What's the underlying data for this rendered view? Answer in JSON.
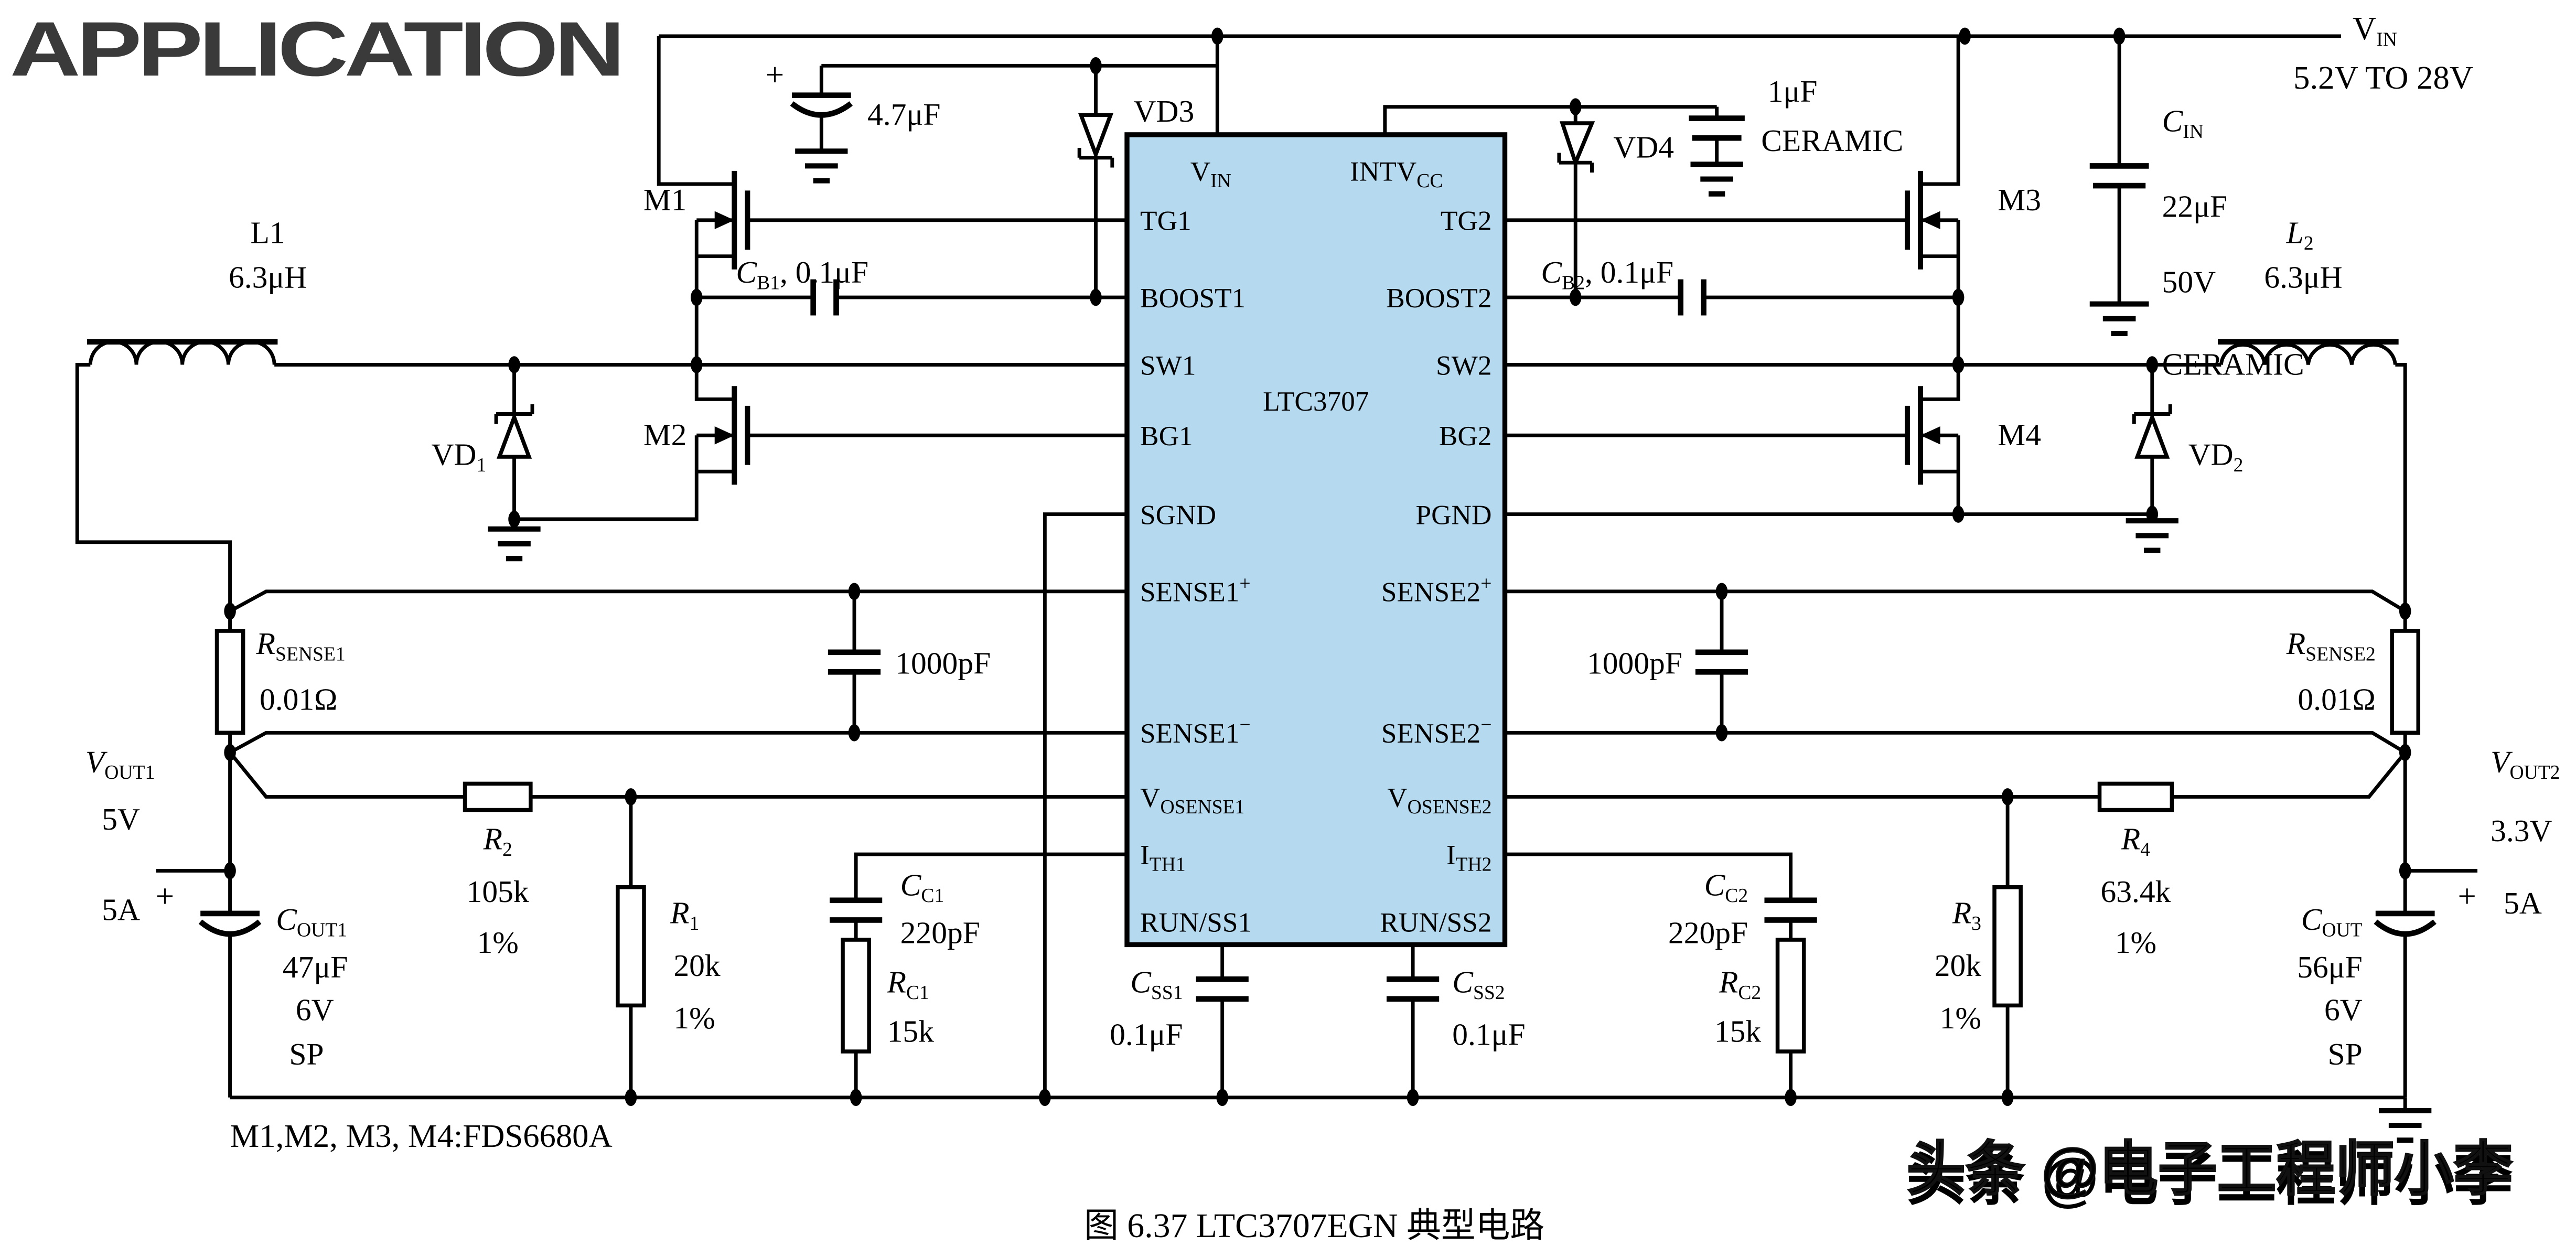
{
  "logo": "APPLICATION",
  "power_input": {
    "name": "V",
    "sub": "IN",
    "range": "5.2V TO 28V"
  },
  "chip": {
    "name": "LTC3707",
    "pins_left": [
      {
        "t": "V",
        "sub": "IN"
      },
      {
        "t": "TG1"
      },
      {
        "t": "BOOST1"
      },
      {
        "t": "SW1"
      },
      {
        "t": "BG1"
      },
      {
        "t": "SGND"
      },
      {
        "t": "SENSE1",
        "sup": "+"
      },
      {
        "t": "SENSE1",
        "sup": "−"
      },
      {
        "t": "V",
        "sub": "OSENSE1"
      },
      {
        "t": "I",
        "sub": "TH1"
      },
      {
        "t": "RUN/SS1"
      }
    ],
    "pins_right": [
      {
        "t": "INTV",
        "sub": "CC"
      },
      {
        "t": "TG2"
      },
      {
        "t": "BOOST2"
      },
      {
        "t": "SW2"
      },
      {
        "t": "BG2"
      },
      {
        "t": "PGND"
      },
      {
        "t": "SENSE2",
        "sup": "+"
      },
      {
        "t": "SENSE2",
        "sup": "−"
      },
      {
        "t": "V",
        "sub": "OSENSE2"
      },
      {
        "t": "I",
        "sub": "TH2"
      },
      {
        "t": "RUN/SS2"
      }
    ]
  },
  "components": {
    "cin": {
      "name": "C",
      "sub": "IN",
      "value": "22μF",
      "voltage": "50V",
      "type": "CERAMIC"
    },
    "cap_4u7": {
      "plus": "+",
      "value": "4.7μF"
    },
    "cap_1u": {
      "value": "1μF",
      "type": "CERAMIC"
    },
    "vd1": {
      "name": "VD",
      "sub": "1"
    },
    "vd2": {
      "name": "VD",
      "sub": "2"
    },
    "vd3": {
      "name": "VD3"
    },
    "vd4": {
      "name": "VD4"
    },
    "m1": {
      "name": "M1"
    },
    "m2": {
      "name": "M2"
    },
    "m3": {
      "name": "M3"
    },
    "m4": {
      "name": "M4"
    },
    "l1": {
      "name": "L1",
      "value": "6.3μH"
    },
    "l2": {
      "name": "L",
      "sub": "2",
      "value": "6.3μH"
    },
    "cb1": {
      "name": "C",
      "sub": "B1",
      "value": ", 0.1μF"
    },
    "cb2": {
      "name": "C",
      "sub": "B2",
      "value": ", 0.1μF"
    },
    "cap_1000p_left": {
      "value": "1000pF"
    },
    "cap_1000p_right": {
      "value": "1000pF"
    },
    "rsense1": {
      "name": "R",
      "sub": "SENSE1",
      "value": "0.01Ω"
    },
    "rsense2": {
      "name": "R",
      "sub": "SENSE2",
      "value": "0.01Ω"
    },
    "r1": {
      "name": "R",
      "sub": "1",
      "value": "20k",
      "tolerance": "1%"
    },
    "r2": {
      "name": "R",
      "sub": "2",
      "value": "105k",
      "tolerance": "1%"
    },
    "r3": {
      "name": "R",
      "sub": "3",
      "value": "20k",
      "tolerance": "1%"
    },
    "r4": {
      "name": "R",
      "sub": "4",
      "value": "63.4k",
      "tolerance": "1%"
    },
    "cc1": {
      "name": "C",
      "sub": "C1",
      "value": "220pF"
    },
    "cc2": {
      "name": "C",
      "sub": "C2",
      "value": "220pF"
    },
    "rc1": {
      "name": "R",
      "sub": "C1",
      "value": "15k"
    },
    "rc2": {
      "name": "R",
      "sub": "C2",
      "value": "15k"
    },
    "css1": {
      "name": "C",
      "sub": "SS1",
      "value": "0.1μF"
    },
    "css2": {
      "name": "C",
      "sub": "SS2",
      "value": "0.1μF"
    },
    "cout1": {
      "name": "C",
      "sub": "OUT1",
      "value": "47μF",
      "voltage": "6V",
      "type": "SP",
      "plus": "+"
    },
    "cout": {
      "name": "C",
      "sub": "OUT",
      "value": "56μF",
      "voltage": "6V",
      "type": "SP",
      "plus": "+"
    }
  },
  "outputs": {
    "vout1": {
      "name": "V",
      "sub": "OUT1",
      "voltage": "5V",
      "current": "5A"
    },
    "vout2": {
      "name": "V",
      "sub": "OUT2",
      "voltage": "3.3V",
      "current": "5A"
    }
  },
  "note": "M1,M2, M3, M4:FDS6680A",
  "caption": "图 6.37  LTC3707EGN 典型电路",
  "watermark": "头条 @电子工程师小李"
}
